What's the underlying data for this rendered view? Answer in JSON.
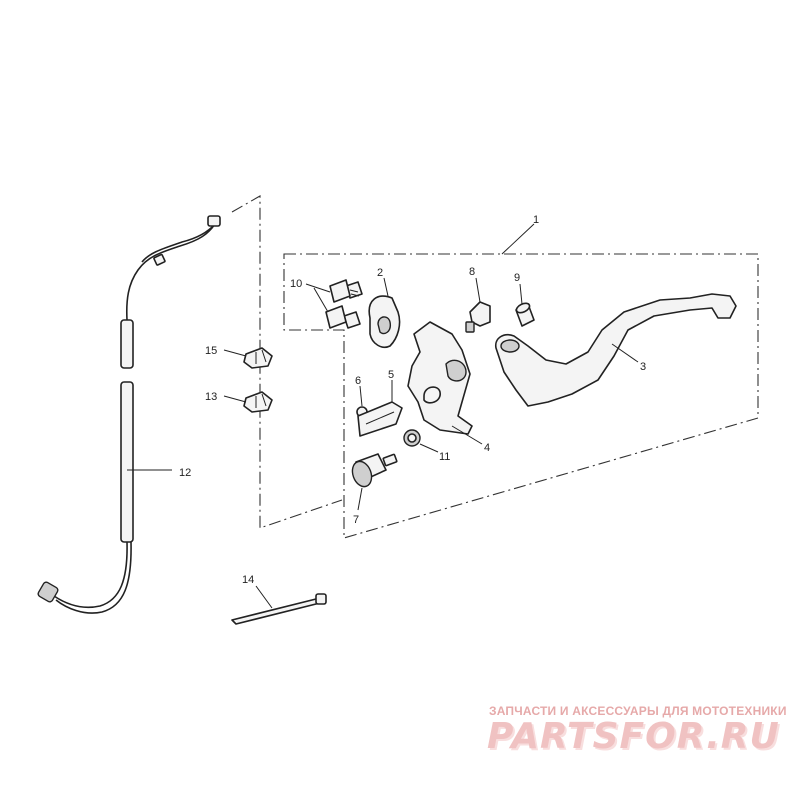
{
  "diagram": {
    "callouts": [
      "1",
      "2",
      "3",
      "4",
      "5",
      "6",
      "7",
      "8",
      "9",
      "10",
      "11",
      "12",
      "13",
      "14",
      "15"
    ]
  },
  "watermark": {
    "tagline": "ЗАПЧАСТИ И АКСЕССУАРЫ ДЛЯ МОТОТЕХНИКИ",
    "logo": "PARTSFOR.RU"
  }
}
